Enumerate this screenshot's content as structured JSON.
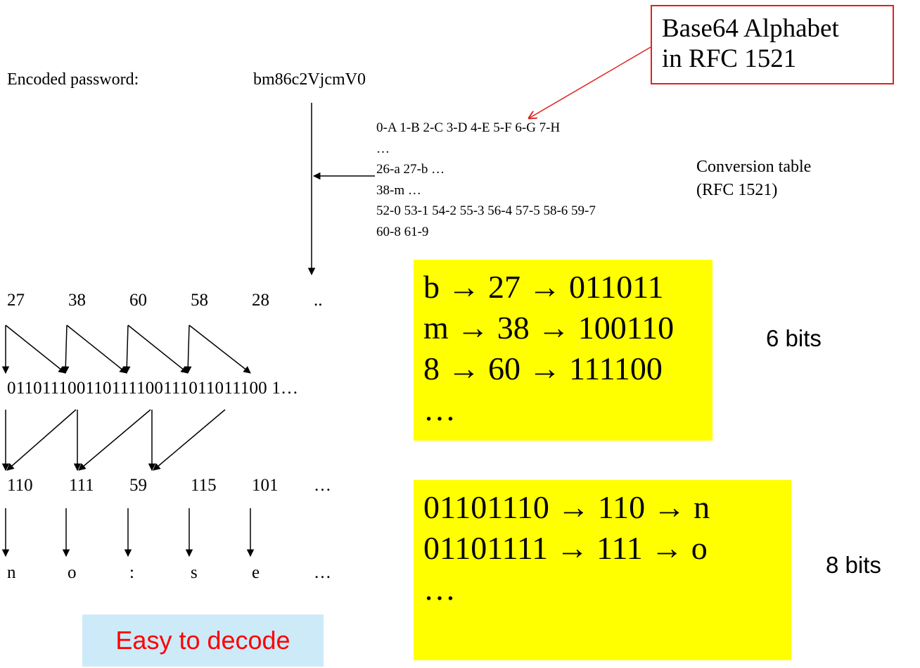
{
  "header": {
    "encoded_label": "Encoded password:",
    "encoded_value": "bm86c2VjcmV0"
  },
  "callout": {
    "line1": "Base64 Alphabet",
    "line2": "in RFC 1521"
  },
  "conversion_table": {
    "lines": [
      "0-A 1-B 2-C 3-D 4-E 5-F 6-G 7-H",
      "…",
      "26-a 27-b …",
      "38-m …",
      "52-0 53-1 54-2 55-3 56-4 57-5 58-6 59-7",
      "60-8 61-9"
    ],
    "caption_line1": "Conversion table",
    "caption_line2": "(RFC 1521)"
  },
  "six_bit_values": [
    "27",
    "38",
    "60",
    "58",
    "28",
    ".."
  ],
  "bit_stream": "011011100110111100111011011100 1…",
  "eight_bit_values": [
    "110",
    "111",
    "59",
    "115",
    "101",
    "…"
  ],
  "decoded_chars": [
    "n",
    "o",
    ":",
    "s",
    "e",
    "…"
  ],
  "box_6bit": {
    "lines": [
      "b → 27 → 011011",
      "m → 38 → 100110",
      "8 → 60 → 111100",
      "…"
    ],
    "side_label": "6 bits"
  },
  "box_8bit": {
    "lines": [
      "01101110 → 110 → n",
      "01101111 → 111 → o",
      "…"
    ],
    "side_label": "8 bits"
  },
  "footer_badge": "Easy to decode",
  "colors": {
    "highlight": "#ffff00",
    "callout_border": "#e0211e",
    "badge_bg": "#cdeaf9",
    "badge_text": "#ff0000"
  }
}
